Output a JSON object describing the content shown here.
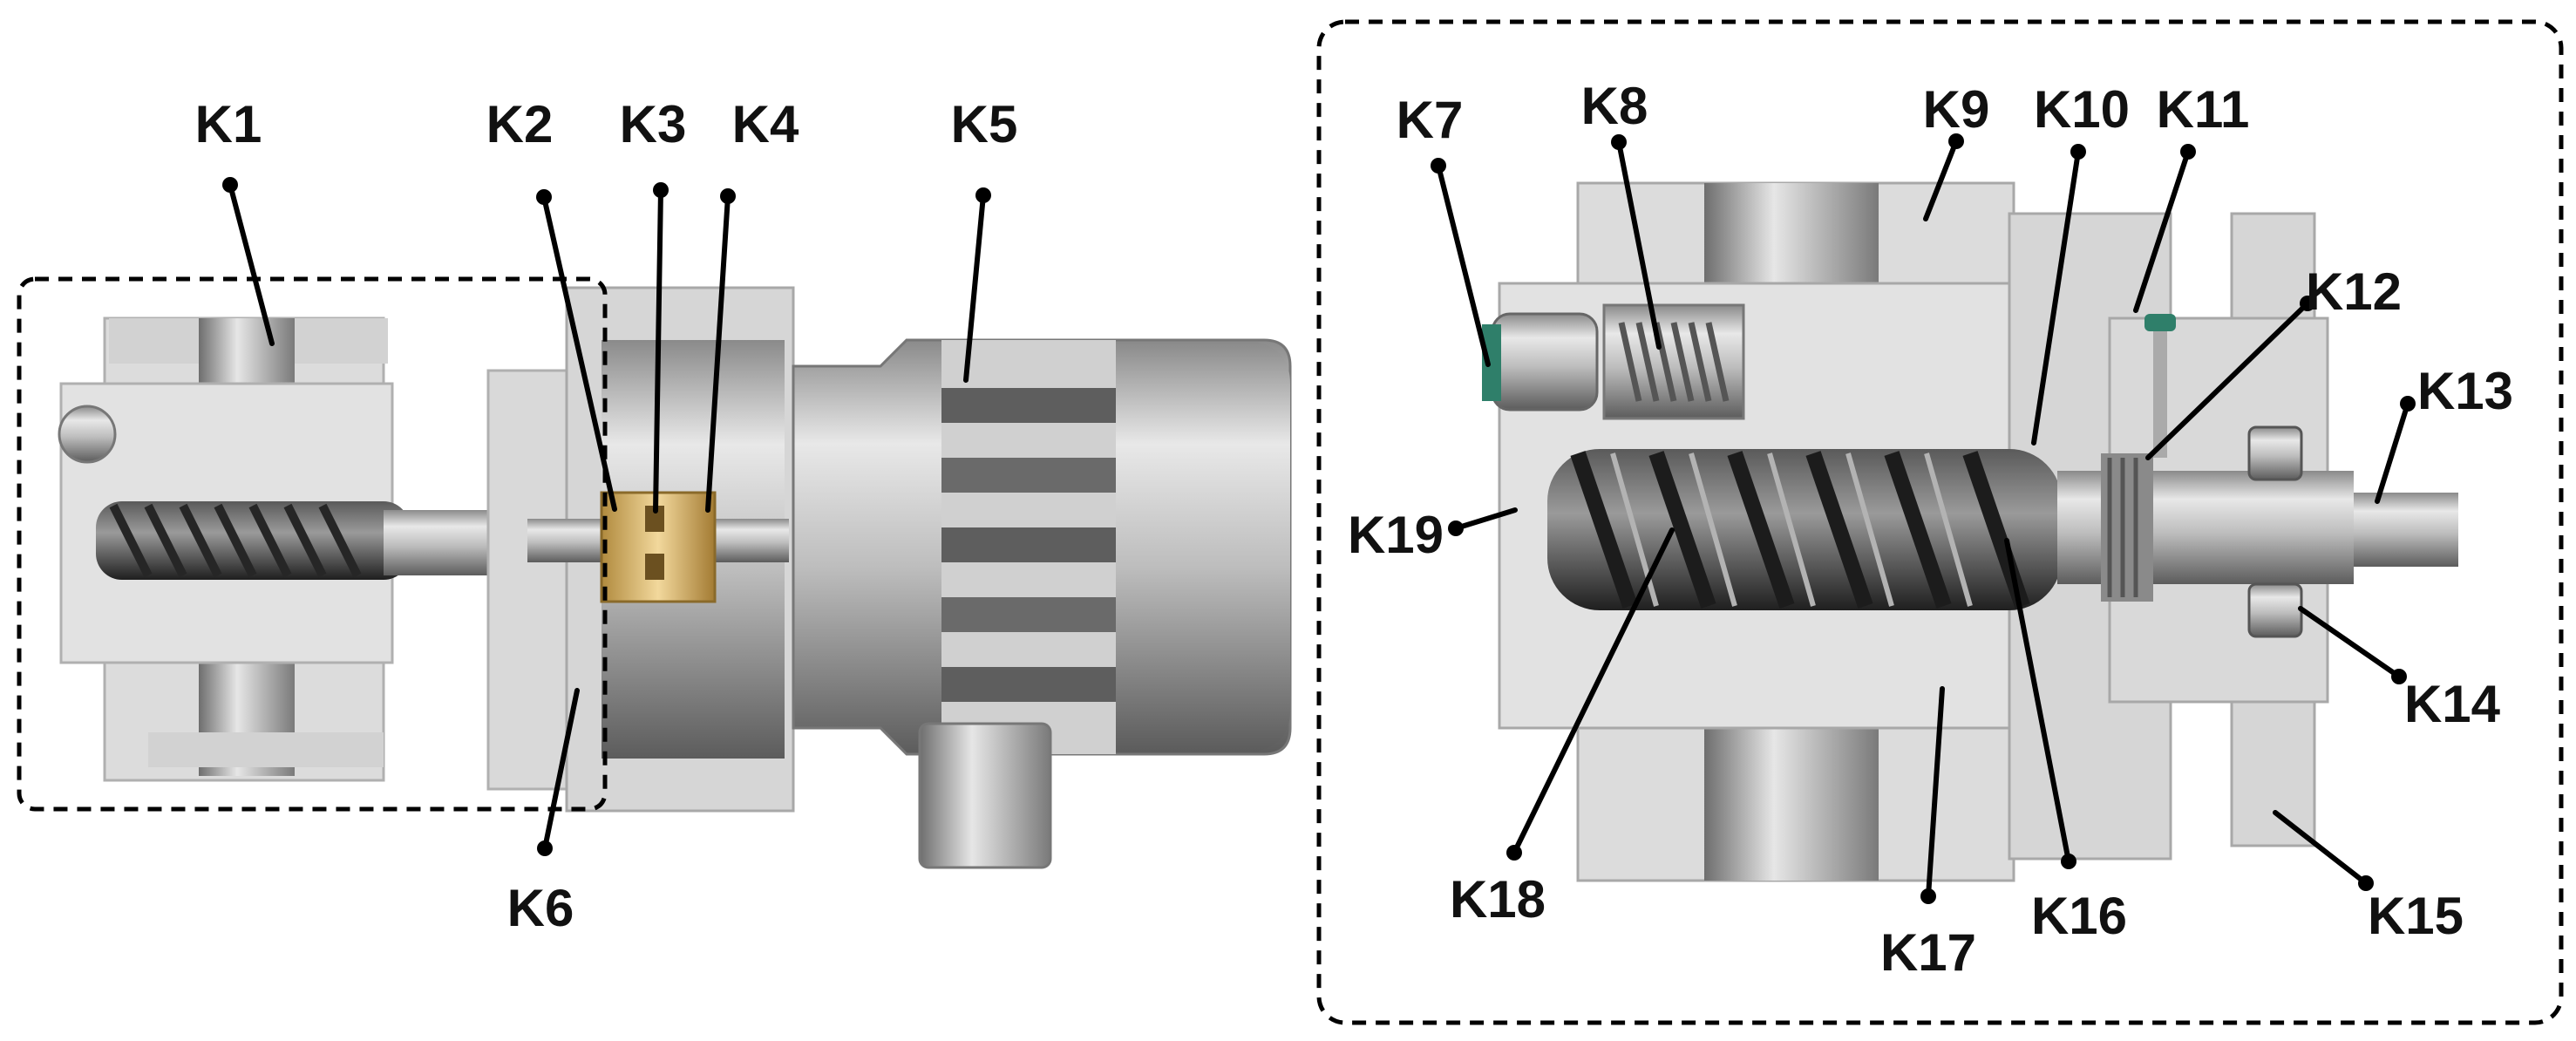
{
  "labels": {
    "k1": "K1",
    "k2": "K2",
    "k3": "K3",
    "k4": "K4",
    "k5": "K5",
    "k6": "K6",
    "k7": "K7",
    "k8": "K8",
    "k9": "K9",
    "k10": "K10",
    "k11": "K11",
    "k12": "K12",
    "k13": "K13",
    "k14": "K14",
    "k15": "K15",
    "k16": "K16",
    "k17": "K17",
    "k18": "K18",
    "k19": "K19"
  },
  "colors": {
    "casing": "#d9d9d9",
    "casing_edge": "#a8a8a8",
    "rotor": "#3a3a3a",
    "motor_light": "#c9c9c9",
    "motor_dark": "#6b6b6b",
    "coupling": "#d8b46a",
    "frame": "#000000"
  }
}
